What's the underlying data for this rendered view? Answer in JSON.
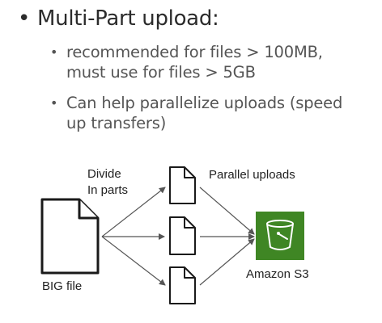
{
  "bullets": {
    "main": "Multi-Part upload:",
    "sub1_line1": "recommended for files > 100MB,",
    "sub1_line2": "must use for files > 5GB",
    "sub2_line1": "Can help parallelize uploads (speed",
    "sub2_line2": "up transfers)"
  },
  "diagram": {
    "divide_line1": "Divide",
    "divide_line2": "In parts",
    "parallel_label": "Parallel uploads",
    "big_file_label": "BIG file",
    "s3_label": "Amazon S3"
  },
  "colors": {
    "s3_bg": "#3f8624",
    "text": "#333333",
    "arrow": "#555555"
  },
  "icons": {
    "big_file": "file-icon",
    "parts": "file-icon",
    "s3": "bucket-icon"
  }
}
